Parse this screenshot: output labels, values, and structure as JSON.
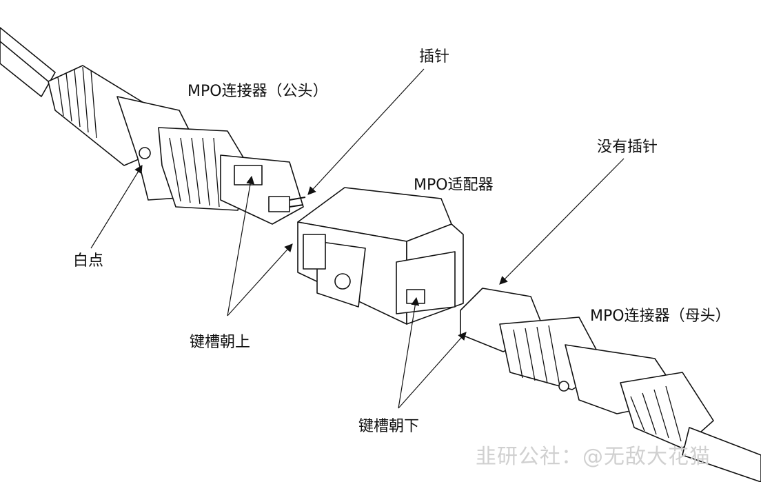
{
  "labels": {
    "pin": "插针",
    "male_connector": "MPO连接器（公头）",
    "no_pin": "没有插针",
    "adapter": "MPO适配器",
    "white_dot": "白点",
    "key_up": "键槽朝上",
    "female_connector": "MPO连接器（母头）",
    "key_down": "键槽朝下"
  },
  "watermark": "韭研公社：@无敌大花猫",
  "colors": {
    "line": "#111111",
    "fill": "#ffffff",
    "shade": "#e9e9e9",
    "watermark": "#d0d0d0"
  }
}
